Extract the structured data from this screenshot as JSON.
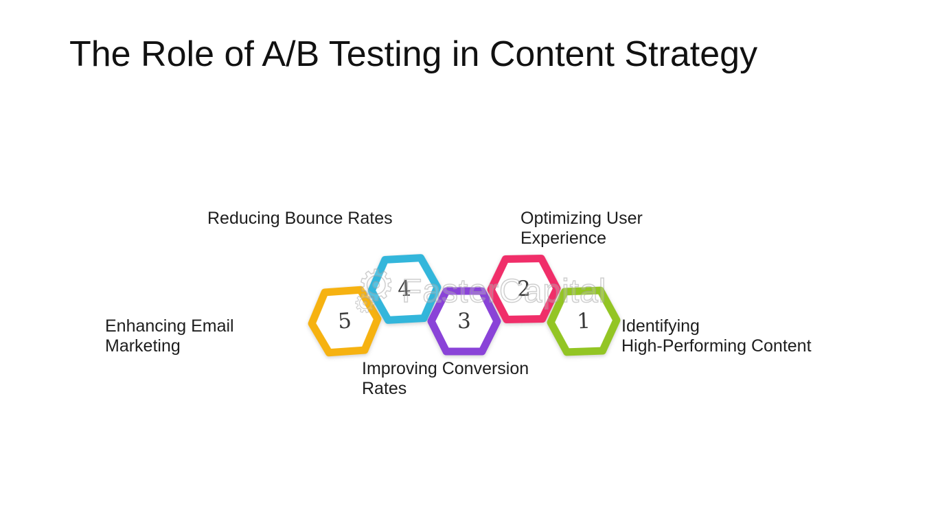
{
  "title": "The Role of A/B Testing in Content Strategy",
  "watermark": {
    "text": "FasterCapital",
    "gear_glyph": "⚙"
  },
  "steps": [
    {
      "number": "1",
      "label": "Identifying\nHigh-Performing Content",
      "color": "#93C524"
    },
    {
      "number": "2",
      "label": "Optimizing User\nExperience",
      "color": "#F02E69"
    },
    {
      "number": "3",
      "label": "Improving Conversion\nRates",
      "color": "#8A43D8"
    },
    {
      "number": "4",
      "label": "Reducing Bounce Rates",
      "color": "#33B6DB"
    },
    {
      "number": "5",
      "label": "Enhancing Email\nMarketing",
      "color": "#F6B211"
    }
  ]
}
